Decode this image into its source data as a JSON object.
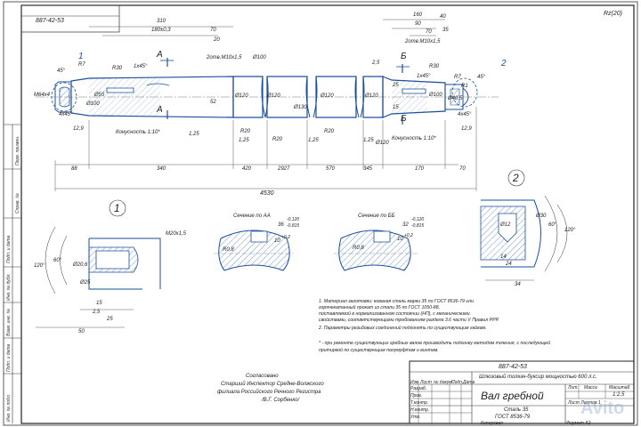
{
  "stamp": {
    "doc_number": "887-42-53",
    "doc_number_rotated": "887-42-53",
    "format_top": "Rz(20)"
  },
  "main_view": {
    "callout_1": "1",
    "callout_2": "2",
    "section_marks": [
      "А",
      "А",
      "Б",
      "Б"
    ],
    "dims_top": [
      "310",
      "180±0,3",
      "70",
      "20",
      "160",
      "90",
      "70",
      "35",
      "40"
    ],
    "thread_left": "2отв.М10х1,5",
    "thread_right": "2отв.М10х1,5",
    "diam_labels": [
      "Ø100",
      "Ø120",
      "Ø120",
      "Ø130",
      "Ø120",
      "Ø120",
      "Ø120",
      "Ø100",
      "Ø100",
      "Ø55",
      "Ø40,5"
    ],
    "radius_labels": [
      "R7",
      "R30",
      "R20",
      "R20",
      "R20",
      "R30",
      "R7",
      "R1"
    ],
    "chamfers": [
      "1х45°",
      "4х45°",
      "4х45°",
      "1х45°",
      "45°",
      "45°"
    ],
    "left_stub": [
      "М64х4",
      "12,9"
    ],
    "taper_left": "Конусность 1:10*",
    "taper_right": "Конусность 1:10*",
    "small_dims": [
      "1,25",
      "1,25",
      "1,25",
      "1,25",
      "15",
      "25",
      "2,5",
      "52",
      "12,9"
    ],
    "dims_bottom": [
      "88",
      "340",
      "420",
      "2927",
      "570",
      "345",
      "170",
      "70"
    ],
    "overall_length": "4530"
  },
  "details": {
    "detail_1": {
      "label": "1",
      "dims": [
        "120°",
        "60°",
        "Ø20,6",
        "М20х1,5",
        "Ø25",
        "15",
        "2,5",
        "50",
        "25"
      ]
    },
    "section_aa": {
      "title": "Сечение по АА",
      "dims": [
        "36",
        "-0,120",
        "-0,815",
        "10",
        "+0,2",
        "R0,8"
      ]
    },
    "section_bb": {
      "title": "Сечение по ББ",
      "dims": [
        "32",
        "-0,120",
        "-0,815",
        "10",
        "+0,2",
        "R0,8"
      ]
    },
    "detail_2": {
      "label": "2",
      "dims": [
        "Ø30",
        "60°",
        "120°",
        "Ø12",
        "14",
        "24",
        "34"
      ]
    }
  },
  "notes": [
    "1. Материал заготовки: кованая сталь марки 35 по ГОСТ 8536-79 или",
    "   горячекатанный прокат из стали 35 по ГОСТ 1050-88,",
    "   поставляемой в нормализованном состоянии (НП), с механическими",
    "   свойствами, соответствующими требованиям раздела 3.6 части V Правил РРР.",
    "2. Параметры резьбовых соединений подгонять по существующим гайкам.",
    "",
    "* - при ремонте существующих гребных валов производить подгонку методом точения, с последующей",
    "   притиркой по существующим полумуфтам и винтам."
  ],
  "approval": {
    "line1": "Согласовано",
    "line2": "Старший Инспектор Средне-Волжского",
    "line3": "филиала Российского Речного Регистра",
    "line4": "/В.Г. Сорбенко/"
  },
  "title_block": {
    "doc_number": "887-42-53",
    "vessel": "Шлюзовый толкач-буксир мощностью 600 л.с.",
    "part_name": "Вал гребной",
    "material_1": "Сталь 35",
    "material_2": "ГОСТ 8536-79",
    "col_headers": [
      "Изм.",
      "Лист",
      "№ докум.",
      "Подп.",
      "Дата"
    ],
    "roles": [
      "Разраб.",
      "Пров.",
      "Т.контр.",
      "Н.контр.",
      "Утв."
    ],
    "lit_header": [
      "Лит.",
      "Масса",
      "Масштаб"
    ],
    "scale": "1:2,5",
    "sheet_row": "Лист    Листов 1",
    "copied": "Копировал",
    "format": "Формат   А2"
  },
  "left_strip": [
    "Перв. примен.",
    "Справ. №",
    "Подп. и дата",
    "Инв. № дубл.",
    "Взам. инв. №",
    "Подп. и дата",
    "Инв. № подл."
  ],
  "watermark": "Avito"
}
